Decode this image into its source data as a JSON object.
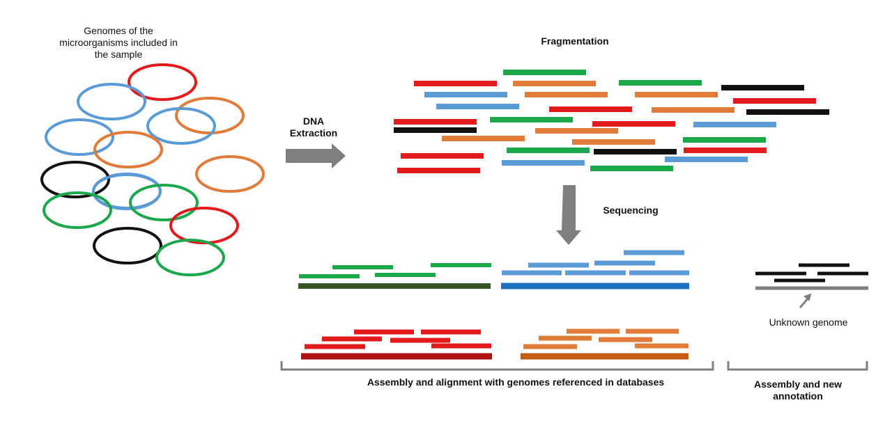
{
  "labels": {
    "sample_title": "Genomes of the microorganisms included in the sample",
    "dna_extraction": "DNA Extraction",
    "fragmentation": "Fragmentation",
    "sequencing": "Sequencing",
    "unknown_genome": "Unknown genome",
    "reference_assembly": "Assembly and alignment with genomes referenced in databases",
    "new_annotation": "Assembly and new annotation"
  },
  "colors": {
    "red": "#e31a1c",
    "blue": "#5b9bd5",
    "orange": "#e07b39",
    "green": "#1ba84a",
    "black": "#111111",
    "gray": "#7f7f7f",
    "dark_green": "#375623",
    "dark_blue": "#1f6fbf",
    "dark_red": "#b01010",
    "dark_orange": "#c55a11"
  },
  "genome_circles": [
    "red",
    "blue",
    "blue",
    "orange",
    "blue",
    "orange",
    "blue",
    "orange",
    "black",
    "blue",
    "green",
    "green",
    "red",
    "black",
    "green"
  ],
  "fragment_colors": [
    "green",
    "red",
    "orange",
    "green",
    "blue",
    "orange",
    "orange",
    "black",
    "blue",
    "red",
    "red",
    "orange",
    "black",
    "green",
    "red",
    "orange",
    "black",
    "red",
    "blue",
    "blue",
    "orange",
    "green",
    "orange",
    "green",
    "black",
    "red",
    "red",
    "blue",
    "red",
    "green"
  ],
  "assembled_genomes": [
    {
      "reference": "dark_green",
      "reads": [
        "green",
        "green",
        "green",
        "green"
      ]
    },
    {
      "reference": "dark_blue",
      "reads": [
        "blue",
        "blue",
        "blue",
        "blue",
        "blue",
        "blue"
      ]
    },
    {
      "reference": "dark_red",
      "reads": [
        "red",
        "red",
        "red",
        "red",
        "red",
        "red"
      ]
    },
    {
      "reference": "dark_orange",
      "reads": [
        "orange",
        "orange",
        "orange",
        "orange",
        "orange",
        "orange"
      ]
    },
    {
      "reference": "gray",
      "reads": [
        "black",
        "black",
        "black",
        "black"
      ]
    }
  ]
}
